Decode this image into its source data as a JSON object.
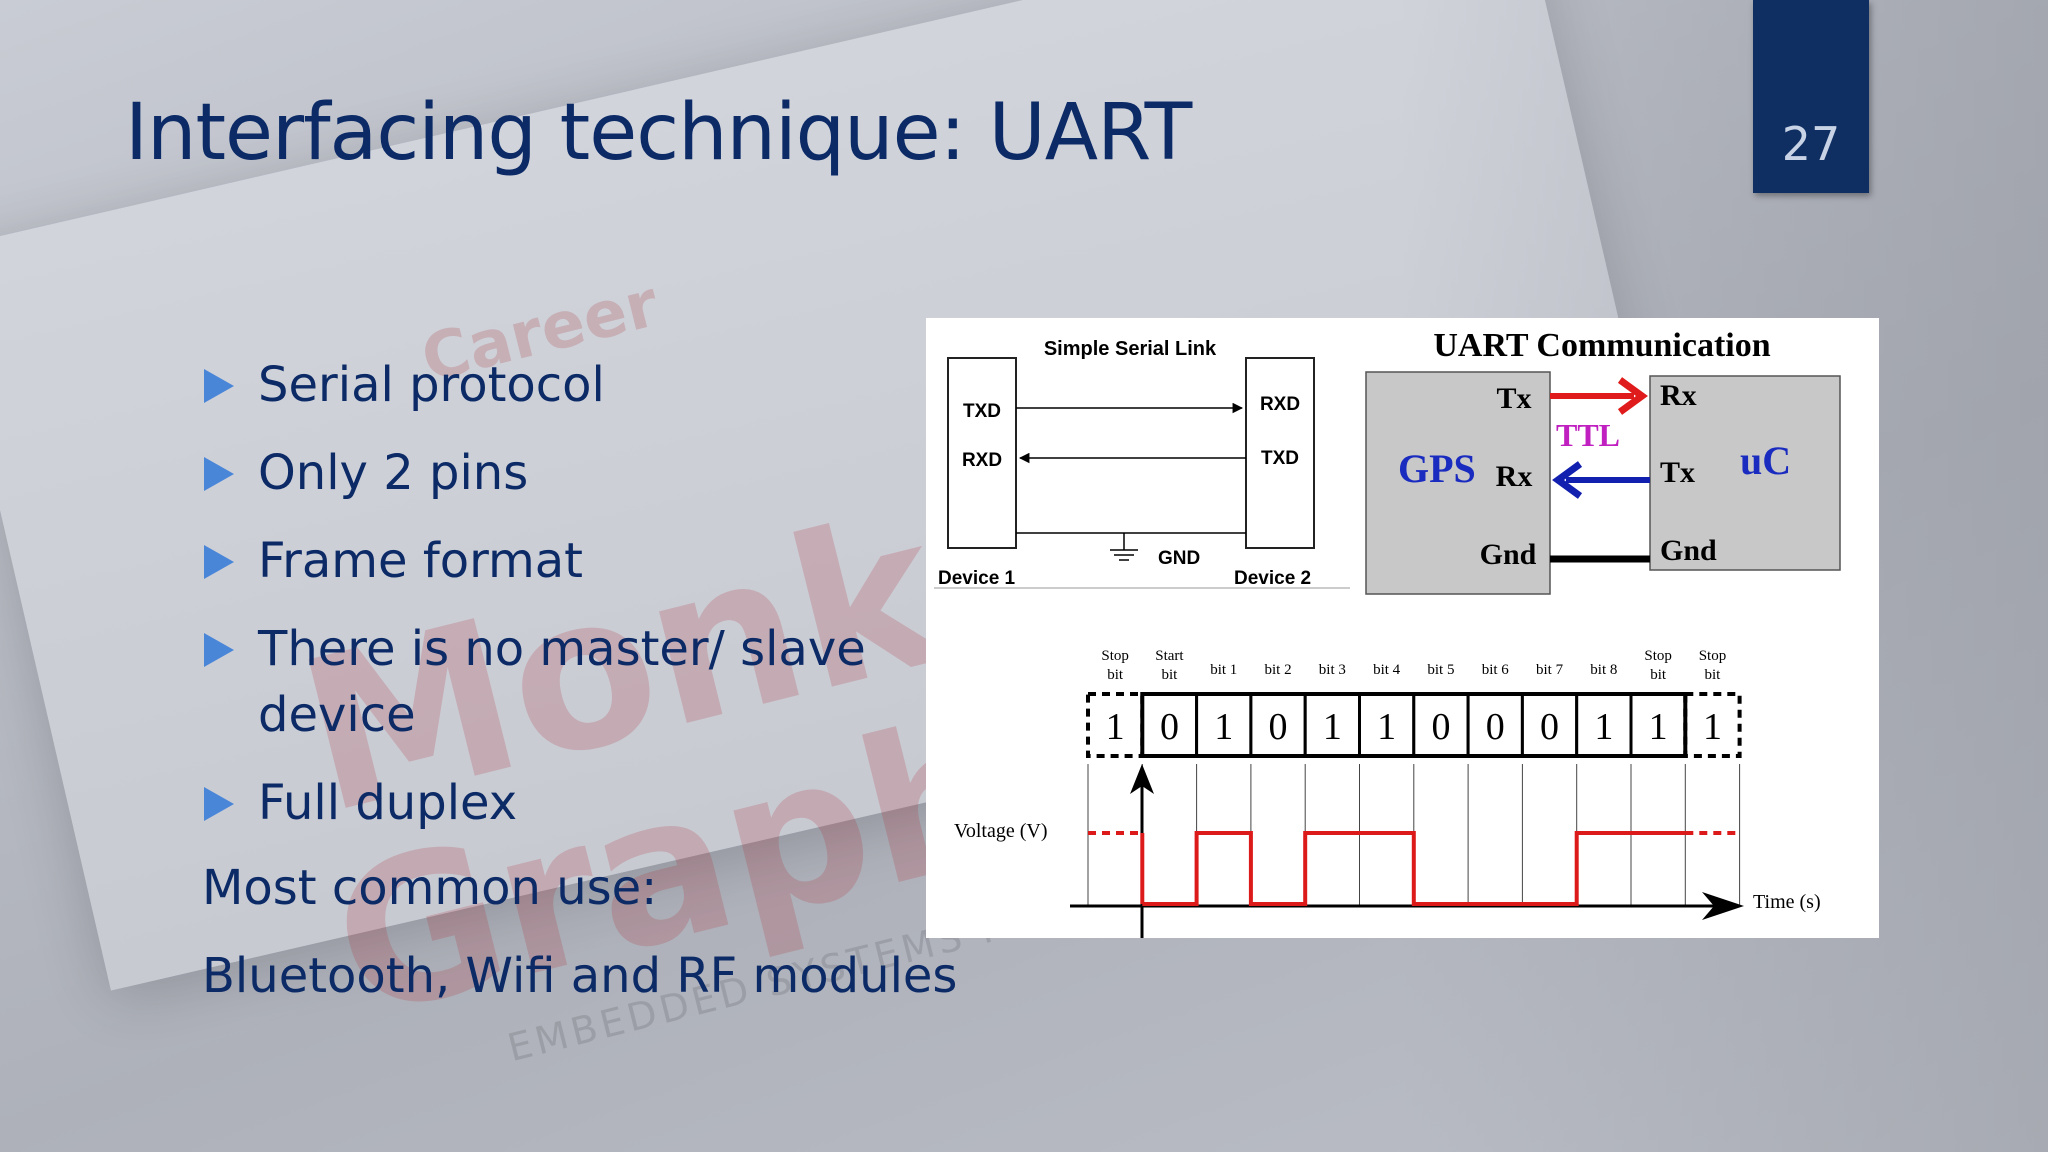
{
  "slide": {
    "title": "Interfacing technique: UART",
    "page_number": "27"
  },
  "bullets": [
    "Serial  protocol",
    "Only 2 pins",
    "Frame format",
    "There is no master/ slave device",
    "Full duplex"
  ],
  "body_lines": [
    "Most common use:",
    "Bluetooth, Wifi and RF modules"
  ],
  "figure": {
    "serial_link": {
      "title": "Simple Serial Link",
      "device1_pins": [
        "TXD",
        "RXD"
      ],
      "device2_pins": [
        "RXD",
        "TXD"
      ],
      "gnd_label": "GND",
      "device1_label": "Device 1",
      "device2_label": "Device 2"
    },
    "uart_comm": {
      "title": "UART Communication",
      "left_device": "GPS",
      "right_device": "uC",
      "left_pins": [
        "Tx",
        "Rx",
        "Gnd"
      ],
      "right_pins": [
        "Rx",
        "Tx",
        "Gnd"
      ],
      "link_label": "TTL",
      "tx_color": "#e01b1b",
      "rx_color": "#1220b0",
      "ttl_color": "#c020c0"
    },
    "timing": {
      "bit_labels": [
        [
          "Stop",
          "bit"
        ],
        [
          "Start",
          "bit"
        ],
        [
          "bit 1"
        ],
        [
          "bit 2"
        ],
        [
          "bit 3"
        ],
        [
          "bit 4"
        ],
        [
          "bit 5"
        ],
        [
          "bit 6"
        ],
        [
          "bit 7"
        ],
        [
          "bit 8"
        ],
        [
          "Stop",
          "bit"
        ],
        [
          "Stop",
          "bit"
        ]
      ],
      "bits": [
        "1",
        "0",
        "1",
        "0",
        "1",
        "1",
        "0",
        "0",
        "0",
        "1",
        "1",
        "1"
      ],
      "voltage_label": "Voltage (V)",
      "time_label": "Time (s)",
      "signal_color": "#dd1a1a"
    }
  },
  "watermark": {
    "brand_top": "Career",
    "brand_sub": "Monk Graphics",
    "brand_bottom": "EMBEDDED SYSTEMS FOR"
  }
}
